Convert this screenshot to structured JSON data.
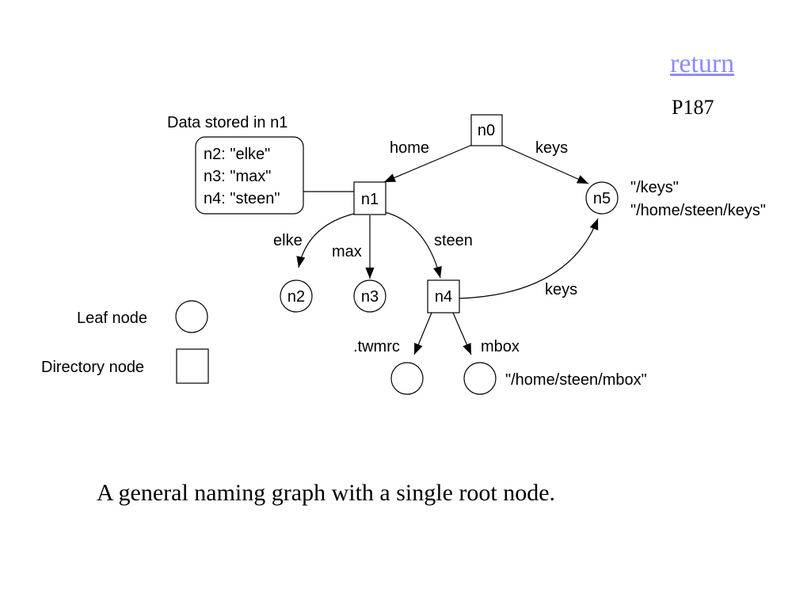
{
  "header": {
    "return_label": "return",
    "page_label": "P187"
  },
  "diagram": {
    "data_box_title": "Data stored in n1",
    "data_box_lines": [
      "n2: \"elke\"",
      "n3: \"max\"",
      "n4: \"steen\""
    ],
    "nodes": {
      "n0": "n0",
      "n1": "n1",
      "n2": "n2",
      "n3": "n3",
      "n4": "n4",
      "n5": "n5"
    },
    "edge_labels": {
      "home": "home",
      "keys_top": "keys",
      "elke": "elke",
      "max": "max",
      "steen": "steen",
      "keys_n4": "keys",
      "twmrc": ".twmrc",
      "mbox": "mbox"
    },
    "n5_paths": [
      "\"/keys\"",
      "\"/home/steen/keys\""
    ],
    "mbox_path": "\"/home/steen/mbox\"",
    "legend": {
      "leaf_label": "Leaf node",
      "directory_label": "Directory node"
    }
  },
  "caption": "A general naming graph with a single root node."
}
